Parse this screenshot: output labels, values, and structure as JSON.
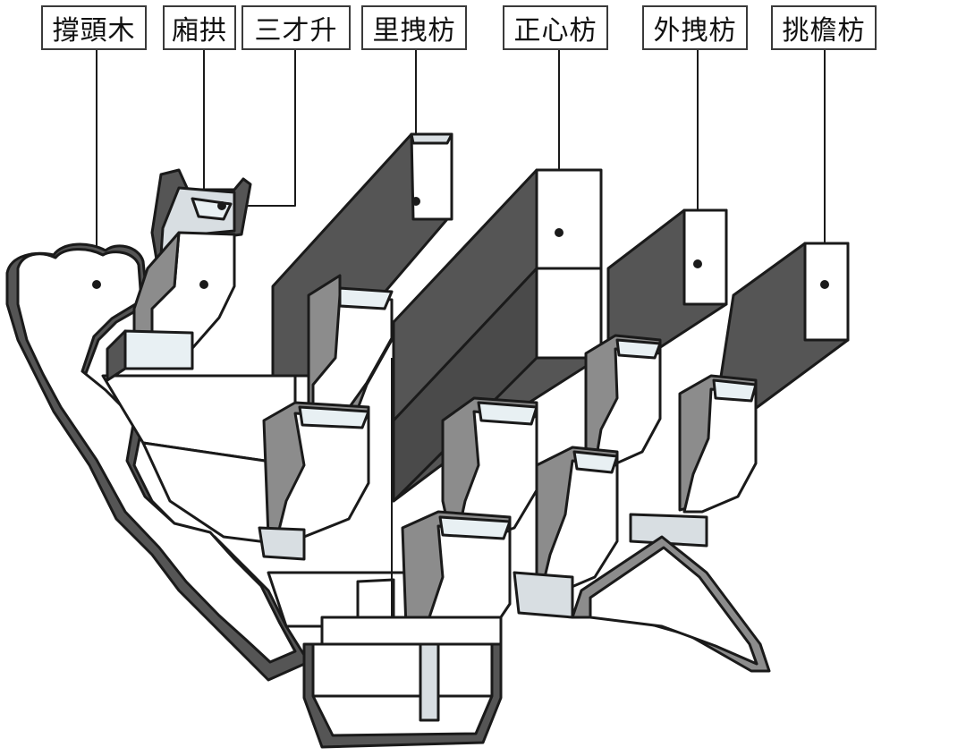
{
  "labels": {
    "chengtoumu": "撐頭木",
    "xianggong": "廂拱",
    "sancaisheng": "三才升",
    "lizhuaifang": "里拽枋",
    "zhengxinfang": "正心枋",
    "waizhuaifang": "外拽枋",
    "tiaoyanfang": "挑檐枋"
  },
  "colors": {
    "outline": "#1a1a1a",
    "dark_face": "#555555",
    "mid_face": "#8c8c8c",
    "light_face": "#d8dee2",
    "white_face": "#ffffff",
    "accent_face": "#e8f0f3"
  }
}
